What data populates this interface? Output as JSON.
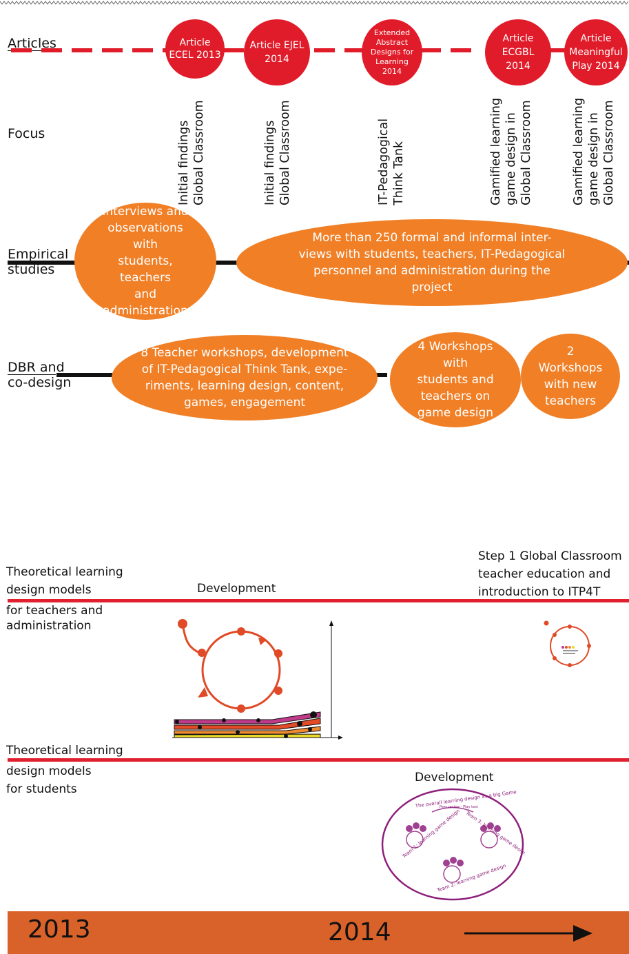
{
  "rows": {
    "articles": "Articles",
    "focus": "Focus",
    "empirical": [
      "Empirical",
      "studies"
    ],
    "dbr": [
      "DBR and",
      "co-design"
    ]
  },
  "articles": [
    {
      "lines": [
        "Article",
        "ECEL 2013"
      ]
    },
    {
      "lines": [
        "Article EJEL",
        "2014"
      ]
    },
    {
      "lines": [
        "Extended",
        "Abstract",
        "Designs for",
        "Learning",
        "2014"
      ]
    },
    {
      "lines": [
        "Article",
        "ECGBL",
        "2014"
      ]
    },
    {
      "lines": [
        "Article",
        "Meaningful",
        "Play 2014"
      ]
    }
  ],
  "focus": [
    {
      "lines": [
        "Initial findings",
        "Global Classroom"
      ]
    },
    {
      "lines": [
        "Initial findings",
        "Global Classroom"
      ]
    },
    {
      "lines": [
        "IT-Pedagogical",
        "Think Tank"
      ]
    },
    {
      "lines": [
        "Gamified learning",
        "game design in",
        "Global Classroom"
      ]
    },
    {
      "lines": [
        "Gamified learning",
        "game design in",
        "Global Classroom"
      ]
    }
  ],
  "empirical": [
    {
      "lines": [
        "Interviews and",
        "observations with",
        "students, teachers",
        "and administration"
      ]
    },
    {
      "lines": [
        "More than 250 formal and informal inter-",
        "views with students, teachers, IT-Pedagogical",
        "personnel  and administration during the",
        "project"
      ]
    }
  ],
  "dbr": [
    {
      "lines": [
        "8 Teacher workshops, development",
        "of IT-Pedagogical Think Tank, expe-",
        "riments, learning design, content,",
        "games, engagement"
      ]
    },
    {
      "lines": [
        "4 Workshops with",
        "students and",
        "teachers on",
        "game design"
      ]
    },
    {
      "lines": [
        "2 Workshops",
        "with new",
        "teachers"
      ]
    }
  ],
  "theory_teachers": {
    "label": [
      "Theoretical learning",
      "design models",
      "for teachers and",
      "administration"
    ],
    "development": "Development",
    "step": [
      "Step 1 Global Classroom",
      "teacher education and",
      "introduction to ITP4T"
    ]
  },
  "theory_students": {
    "label": [
      "Theoretical learning",
      "design models",
      "for students"
    ],
    "development": "Development",
    "game_title": "The overall learning design as a big Game",
    "teams": [
      "Team 1: learning game design",
      "Team 2: learning game design",
      "Team 3: learning game design"
    ],
    "peer": "Peer review - Play test"
  },
  "timeline": {
    "year1": "2013",
    "year2": "2014",
    "bar_color": "#d9622a"
  },
  "colors": {
    "red": "#e11c2a",
    "orange": "#f07f26"
  }
}
